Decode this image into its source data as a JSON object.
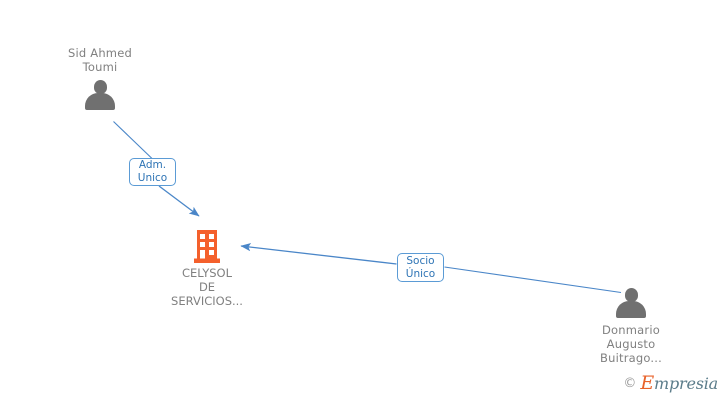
{
  "diagram": {
    "title": "CELYSOL DE SERVICIOS... relationship chart",
    "background_color": "#ffffff",
    "edge_color": "#4a86c8",
    "box_border_color": "#5b9bd5",
    "box_text_color": "#2e74b5",
    "node_text_color": "#808080",
    "company_icon_color": "#f4602c"
  },
  "nodes": {
    "person_left": {
      "name": "Sid Ahmed\nToumi",
      "icon": "person-icon",
      "role": "administrator"
    },
    "company": {
      "name": "CELYSOL\nDE\nSERVICIOS...",
      "icon": "building-icon"
    },
    "person_right": {
      "name": "Donmario\nAugusto\nBuitrago...",
      "icon": "person-icon",
      "role": "shareholder"
    }
  },
  "relations": [
    {
      "id": "adm-unico",
      "label": "Adm.\nUnico",
      "from": "person_left",
      "to": "company"
    },
    {
      "id": "socio-unico",
      "label": "Socio\nÚnico",
      "from": "person_right",
      "to": "company"
    }
  ],
  "watermark": {
    "copyright": "©",
    "brand_initial": "E",
    "brand_rest": "mpresia"
  }
}
